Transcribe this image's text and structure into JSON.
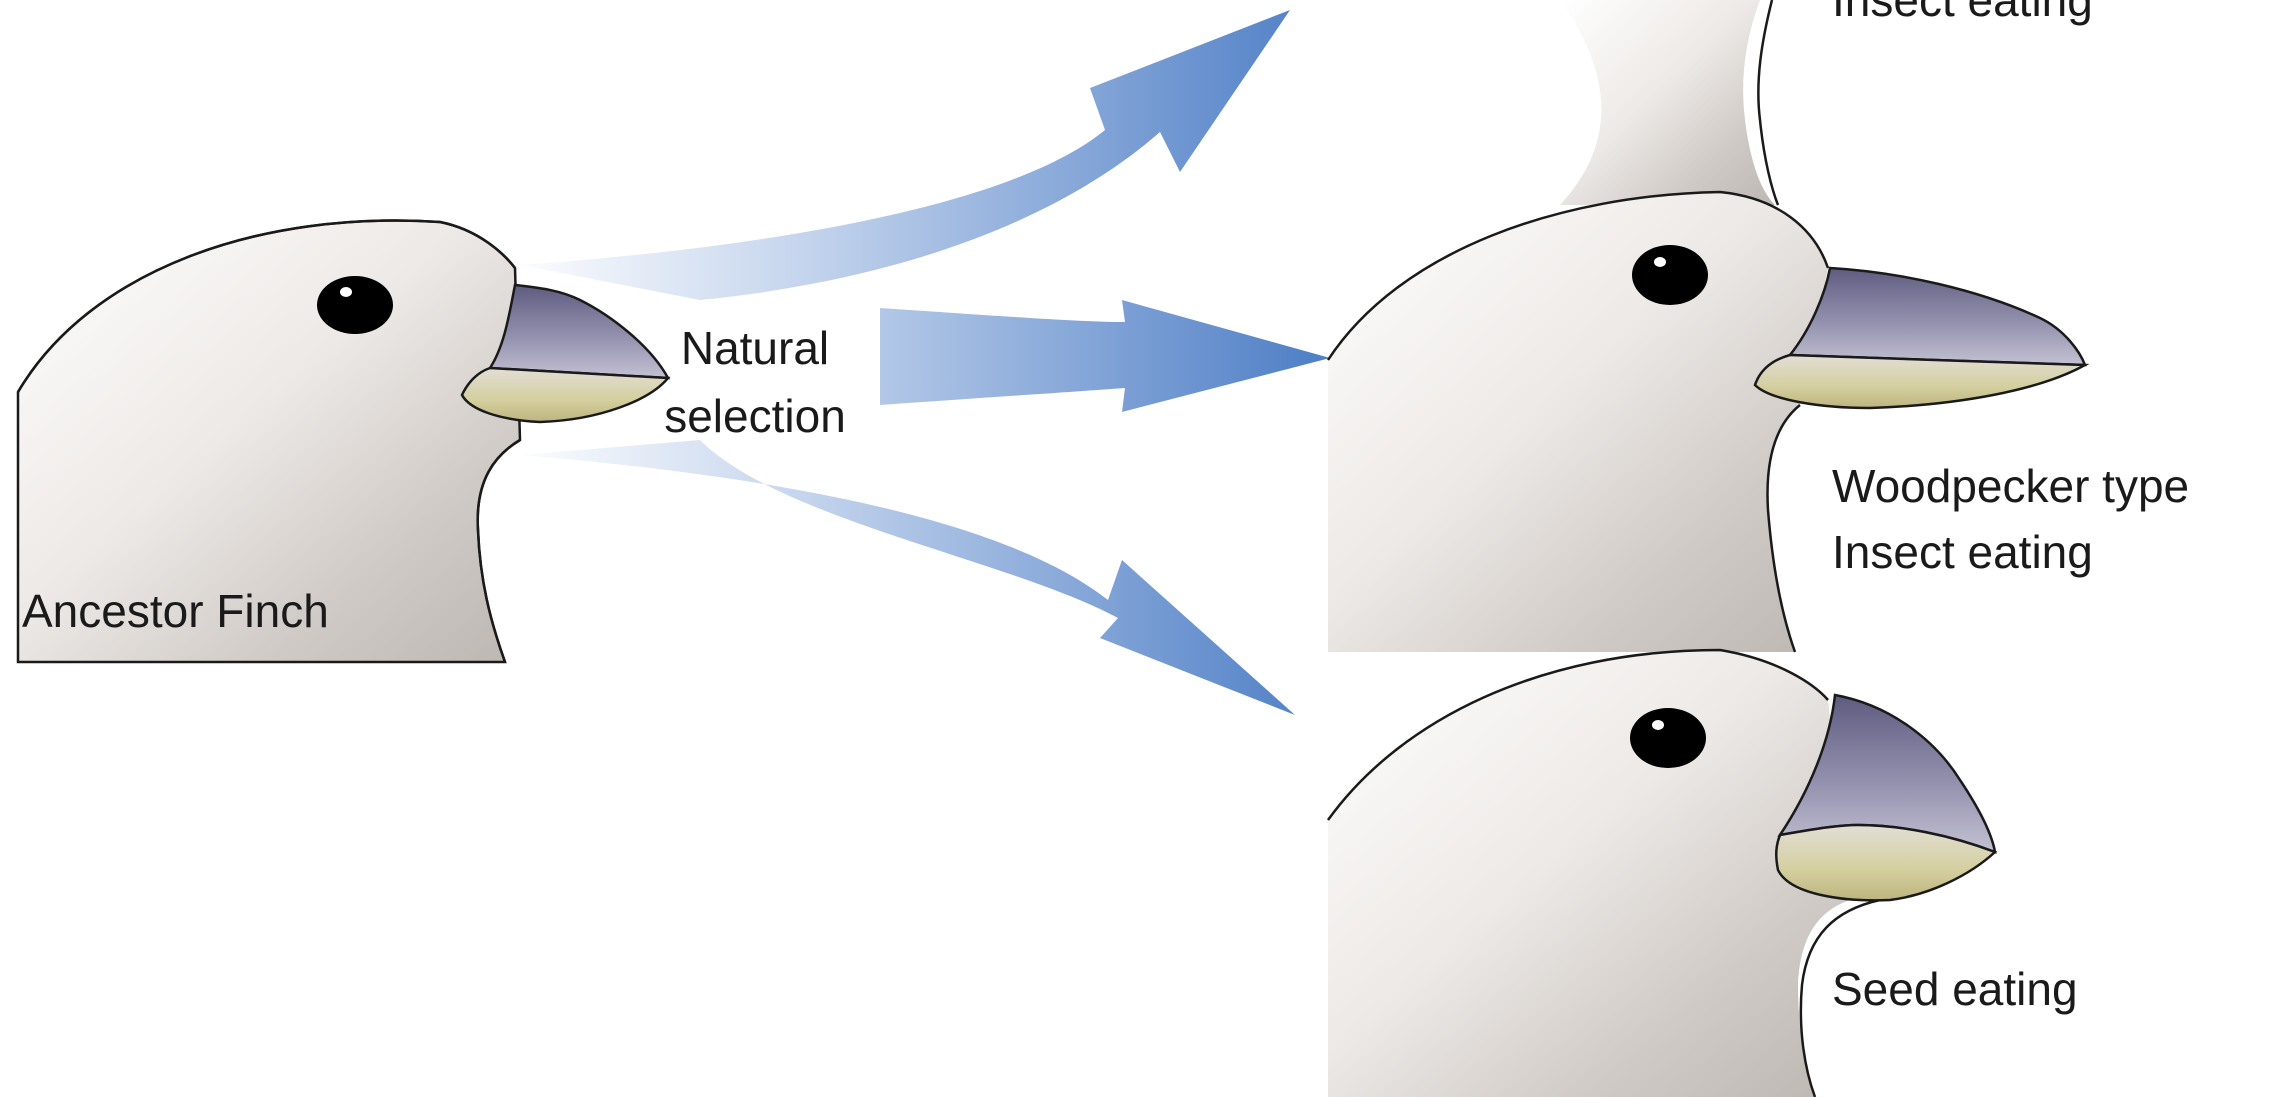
{
  "ancestor": {
    "label": "Ancestor Finch"
  },
  "process": {
    "line1": "Natural",
    "line2": "selection"
  },
  "descendants": [
    {
      "id": "top",
      "label_line2": "Insect eating"
    },
    {
      "id": "middle",
      "label_line1": "Woodpecker type",
      "label_line2": "Insect eating"
    },
    {
      "id": "bottom",
      "label_line1": "Seed eating"
    }
  ],
  "colors": {
    "arrow_start": "#ffffff",
    "arrow_end": "#4f7fc6",
    "head_light": "#ffffff",
    "head_dark": "#bfbab5",
    "beak_upper_light": "#a8a6bd",
    "beak_upper_dark": "#6a6888",
    "beak_lower_light": "#d8d3c6",
    "beak_lower_dark": "#c8c286",
    "eye": "#000000",
    "outline": "#1a1a1a"
  }
}
